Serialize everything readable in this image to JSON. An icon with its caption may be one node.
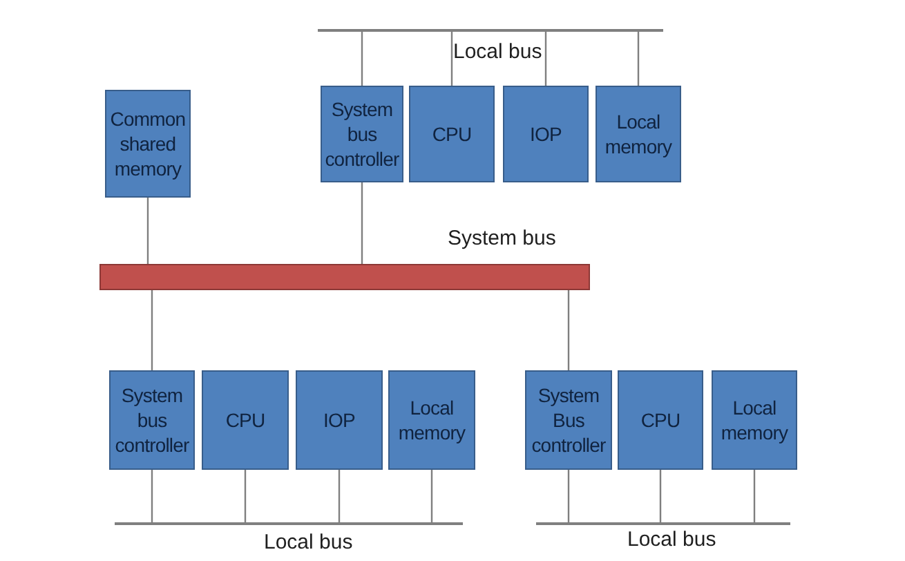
{
  "diagram": {
    "nodes": [
      {
        "text": [
          "Common shared memory"
        ]
      },
      {
        "text": [
          "Local bus"
        ]
      },
      {
        "text": [
          "System bus controller"
        ]
      },
      {
        "text": [
          "CPU"
        ]
      },
      {
        "text": [
          "IOP"
        ]
      },
      {
        "text": [
          "Local memory"
        ]
      },
      {
        "text": [
          "System bus"
        ]
      },
      {
        "text": [
          "System bus controller"
        ]
      },
      {
        "text": [
          "CPU"
        ]
      },
      {
        "text": [
          "IOP"
        ]
      },
      {
        "text": [
          "Local memory"
        ]
      },
      {
        "text": [
          "Local bus"
        ]
      },
      {
        "text": [
          "System Bus controller"
        ]
      },
      {
        "text": [
          "CPU"
        ]
      },
      {
        "text": [
          "Local memory"
        ]
      },
      {
        "text": [
          "Local bus"
        ]
      }
    ],
    "edges": [
      {
        "from": 0,
        "to": 6,
        "arrow": "none"
      },
      {
        "from": 2,
        "to": 6,
        "arrow": "none"
      },
      {
        "from": 2,
        "to": 1,
        "arrow": "none"
      },
      {
        "from": 3,
        "to": 1,
        "arrow": "none"
      },
      {
        "from": 4,
        "to": 1,
        "arrow": "none"
      },
      {
        "from": 5,
        "to": 1,
        "arrow": "none"
      },
      {
        "from": 6,
        "to": 7,
        "arrow": "none"
      },
      {
        "from": 6,
        "to": 12,
        "arrow": "none"
      },
      {
        "from": 7,
        "to": 11,
        "arrow": "none"
      },
      {
        "from": 8,
        "to": 11,
        "arrow": "none"
      },
      {
        "from": 9,
        "to": 11,
        "arrow": "none"
      },
      {
        "from": 10,
        "to": 11,
        "arrow": "none"
      },
      {
        "from": 12,
        "to": 15,
        "arrow": "none"
      },
      {
        "from": 13,
        "to": 15,
        "arrow": "none"
      },
      {
        "from": 14,
        "to": 15,
        "arrow": "none"
      }
    ]
  }
}
